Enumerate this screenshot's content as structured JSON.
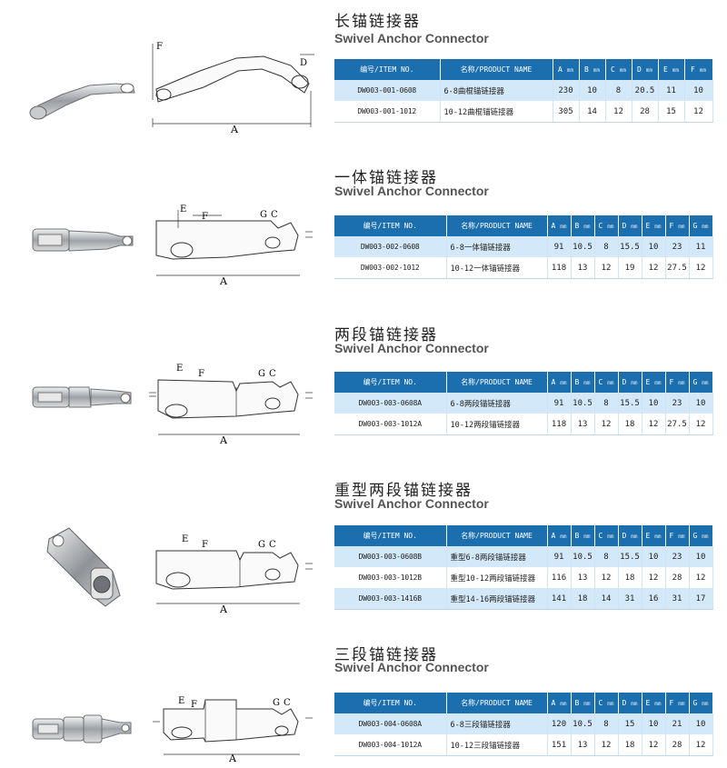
{
  "sections": [
    {
      "title_zh": "长锚链接器",
      "title_en": "Swivel Anchor Connector",
      "drawing_labels": [
        "F",
        "D",
        "A"
      ],
      "headers": [
        "编号/ITEM NO.",
        "名称/PRODUCT NAME",
        "A",
        "B",
        "C",
        "D",
        "E",
        "F"
      ],
      "unit": "mm",
      "rows": [
        [
          "DW003-001-0608",
          "6-8曲棍锚链接器",
          "230",
          "10",
          "8",
          "20.5",
          "11",
          "10"
        ],
        [
          "DW003-001-1012",
          "10-12曲棍锚链接器",
          "305",
          "14",
          "12",
          "28",
          "15",
          "12"
        ]
      ]
    },
    {
      "title_zh": "一体锚链接器",
      "title_en": "Swivel Anchor Connector",
      "drawing_labels": [
        "E",
        "F",
        "G",
        "C",
        "A"
      ],
      "headers": [
        "编号/ITEM NO.",
        "名称/PRODUCT NAME",
        "A",
        "B",
        "C",
        "D",
        "E",
        "F",
        "G"
      ],
      "unit": "mm",
      "rows": [
        [
          "DW003-002-0608",
          "6-8一体锚链接器",
          "91",
          "10.5",
          "8",
          "15.5",
          "10",
          "23",
          "11"
        ],
        [
          "DW003-002-1012",
          "10-12一体锚链接器",
          "118",
          "13",
          "12",
          "19",
          "12",
          "27.5",
          "12"
        ]
      ]
    },
    {
      "title_zh": "两段锚链接器",
      "title_en": "Swivel Anchor Connector",
      "drawing_labels": [
        "E",
        "F",
        "G",
        "C",
        "A"
      ],
      "headers": [
        "编号/ITEM NO.",
        "名称/PRODUCT NAME",
        "A",
        "B",
        "C",
        "D",
        "E",
        "F",
        "G"
      ],
      "unit": "mm",
      "rows": [
        [
          "DW003-003-0608A",
          "6-8两段锚链接器",
          "91",
          "10.5",
          "8",
          "15.5",
          "10",
          "23",
          "10"
        ],
        [
          "DW003-003-1012A",
          "10-12两段锚链接器",
          "118",
          "13",
          "12",
          "18",
          "12",
          "27.5",
          "12"
        ]
      ]
    },
    {
      "title_zh": "重型两段锚链接器",
      "title_en": "Swivel Anchor Connector",
      "drawing_labels": [
        "E",
        "F",
        "G",
        "C",
        "A"
      ],
      "headers": [
        "编号/ITEM NO.",
        "名称/PRODUCT NAME",
        "A",
        "B",
        "C",
        "D",
        "E",
        "F",
        "G"
      ],
      "unit": "mm",
      "rows": [
        [
          "DW003-003-0608B",
          "重型6-8两段锚链接器",
          "91",
          "10.5",
          "8",
          "15.5",
          "10",
          "23",
          "10"
        ],
        [
          "DW003-003-1012B",
          "重型10-12两段锚链接器",
          "116",
          "13",
          "12",
          "18",
          "12",
          "28",
          "12"
        ],
        [
          "DW003-003-1416B",
          "重型14-16两段锚链接器",
          "141",
          "18",
          "14",
          "31",
          "16",
          "31",
          "17"
        ]
      ]
    },
    {
      "title_zh": "三段锚链接器",
      "title_en": "Swivel Anchor Connector",
      "drawing_labels": [
        "E",
        "F",
        "G",
        "C",
        "A"
      ],
      "headers": [
        "编号/ITEM NO.",
        "名称/PRODUCT NAME",
        "A",
        "B",
        "C",
        "D",
        "E",
        "F",
        "G"
      ],
      "unit": "mm",
      "rows": [
        [
          "DW003-004-0608A",
          "6-8三段锚链接器",
          "120",
          "10.5",
          "8",
          "15",
          "10",
          "21",
          "10"
        ],
        [
          "DW003-004-1012A",
          "10-12三段锚链接器",
          "151",
          "13",
          "12",
          "18",
          "12",
          "28",
          "12"
        ]
      ]
    }
  ]
}
